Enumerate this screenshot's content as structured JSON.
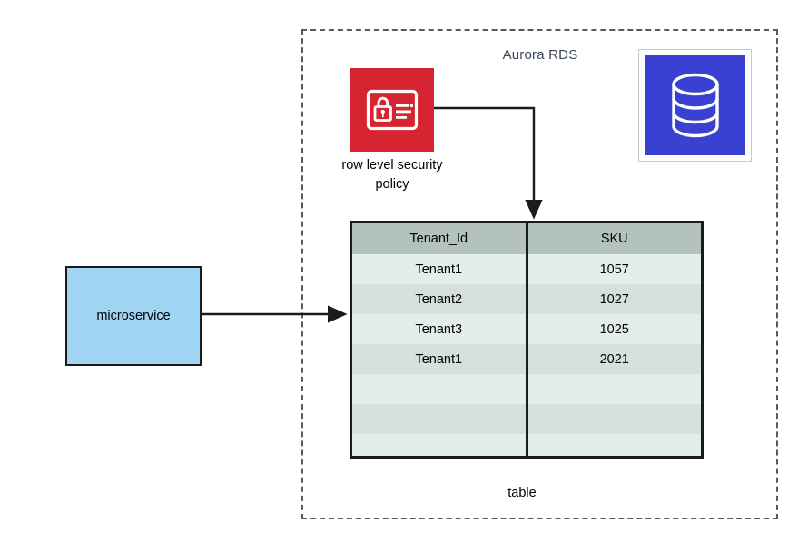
{
  "diagram": {
    "boundary_label": "Aurora RDS",
    "boundary_color": "#545b66",
    "security_icon": {
      "name": "row-level-security-icon",
      "caption_line1": "row level security",
      "caption_line2": "policy",
      "fill_color": "#d62432"
    },
    "database_icon": {
      "name": "database-icon",
      "fill_color": "#3a41d2"
    },
    "microservice": {
      "label": "microservice",
      "fill_color": "#9fd5f2"
    },
    "table": {
      "caption": "table",
      "header_color": "#b4c2bd",
      "row_color_light": "#e4eee9",
      "row_color_dark": "#d5e0da",
      "columns": [
        "Tenant_Id",
        "SKU"
      ],
      "rows": [
        [
          "Tenant1",
          "1057"
        ],
        [
          "Tenant2",
          "1027"
        ],
        [
          "Tenant3",
          "1025"
        ],
        [
          "Tenant1",
          "2021"
        ],
        [
          "",
          ""
        ],
        [
          "",
          ""
        ],
        [
          "",
          ""
        ]
      ]
    }
  }
}
